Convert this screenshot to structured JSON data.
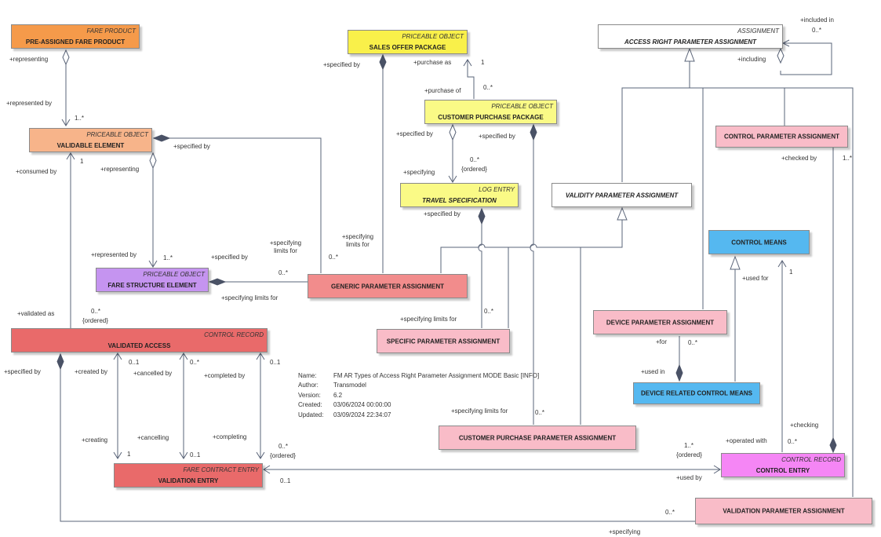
{
  "elements": {
    "pre_assigned": {
      "stereotype": "FARE PRODUCT",
      "name": "PRE-ASSIGNED FARE PRODUCT",
      "color": "#f59a4a"
    },
    "validable": {
      "stereotype": "PRICEABLE OBJECT",
      "name": "VALIDABLE ELEMENT",
      "color": "#f7b48a"
    },
    "fare_structure": {
      "stereotype": "PRICEABLE OBJECT",
      "name": "FARE STRUCTURE ELEMENT",
      "color": "#c594f0"
    },
    "validated_access": {
      "stereotype": "CONTROL RECORD",
      "name": "VALIDATED ACCESS",
      "color": "#e96a6a"
    },
    "validation_entry": {
      "stereotype": "FARE CONTRACT ENTRY",
      "name": "VALIDATION ENTRY",
      "color": "#e96a6a"
    },
    "sales_offer": {
      "stereotype": "PRICEABLE OBJECT",
      "name": "SALES OFFER PACKAGE",
      "color": "#f9f04a"
    },
    "customer_purchase_pkg": {
      "stereotype": "PRICEABLE OBJECT",
      "name": "CUSTOMER PURCHASE PACKAGE",
      "color": "#fafa86"
    },
    "travel_spec": {
      "stereotype": "LOG ENTRY",
      "name": "TRAVEL SPECIFICATION",
      "color": "#fafa86"
    },
    "generic_param": {
      "name": "GENERIC PARAMETER ASSIGNMENT",
      "color": "#f28c8c"
    },
    "specific_param": {
      "name": "SPECIFIC PARAMETER ASSIGNMENT",
      "color": "#f9bcc8"
    },
    "customer_purchase_param": {
      "name": "CUSTOMER PURCHASE PARAMETER ASSIGNMENT",
      "color": "#f9bcc8"
    },
    "access_right_param": {
      "stereotype": "ASSIGNMENT",
      "name": "ACCESS RIGHT PARAMETER ASSIGNMENT",
      "color": "#ffffff"
    },
    "validity_param": {
      "name": "VALIDITY PARAMETER ASSIGNMENT",
      "color": "#ffffff"
    },
    "control_param": {
      "name": "CONTROL PARAMETER ASSIGNMENT",
      "color": "#f9bcc8"
    },
    "control_means": {
      "name": "CONTROL MEANS",
      "color": "#55b8f0"
    },
    "device_param": {
      "name": "DEVICE PARAMETER ASSIGNMENT",
      "color": "#f9bcc8"
    },
    "device_related": {
      "name": "DEVICE RELATED CONTROL MEANS",
      "color": "#55b8f0"
    },
    "control_entry": {
      "stereotype": "CONTROL RECORD",
      "name": "CONTROL ENTRY",
      "color": "#f586f5"
    },
    "validation_param": {
      "name": "VALIDATION PARAMETER ASSIGNMENT",
      "color": "#f9bcc8"
    }
  },
  "labels": [
    "+representing",
    "+represented by",
    "1..*",
    "+specified by",
    "+consumed by",
    "1",
    "+representing",
    "+represented by",
    "1..*",
    "+specified by",
    "+specifying limits for",
    "+specifying limits for",
    "0..*",
    "+specifying limits for",
    "0..*",
    "+specified by",
    "+purchase as",
    "1",
    "+purchase of",
    "0..*",
    "+specified by",
    "+specified by",
    "+specifying",
    "0..*",
    "{ordered}",
    "+specified by",
    "+specifying limits for",
    "0..*",
    "+validated as",
    "0..*",
    "{ordered}",
    "+specified by",
    "+created by",
    "0..1",
    "+cancelled by",
    "0..*",
    "+completed by",
    "0..1",
    "+creating",
    "1",
    "+cancelling",
    "0..1",
    "+completing",
    "0..*",
    "{ordered}",
    "0..1",
    "+specifying limits for",
    "0..*",
    "+included in",
    "0..*",
    "+including",
    "+checked by",
    "1..*",
    "+used for",
    "1",
    "+for",
    "0..*",
    "+used in",
    "+checking",
    "+operated with",
    "0..*",
    "1..*",
    "{ordered}",
    "+used by",
    "0..*",
    "+specifying"
  ],
  "info": {
    "name_key": "Name:",
    "name": "FM AR Types of Access Right Parameter Assignment MODE Basic [INFO]",
    "author_key": "Author:",
    "author": "Transmodel",
    "version_key": "Version:",
    "version": "6.2",
    "created_key": "Created:",
    "created": "03/06/2024 00:00:00",
    "updated_key": "Updated:",
    "updated": "03/09/2024 22:34:07"
  }
}
